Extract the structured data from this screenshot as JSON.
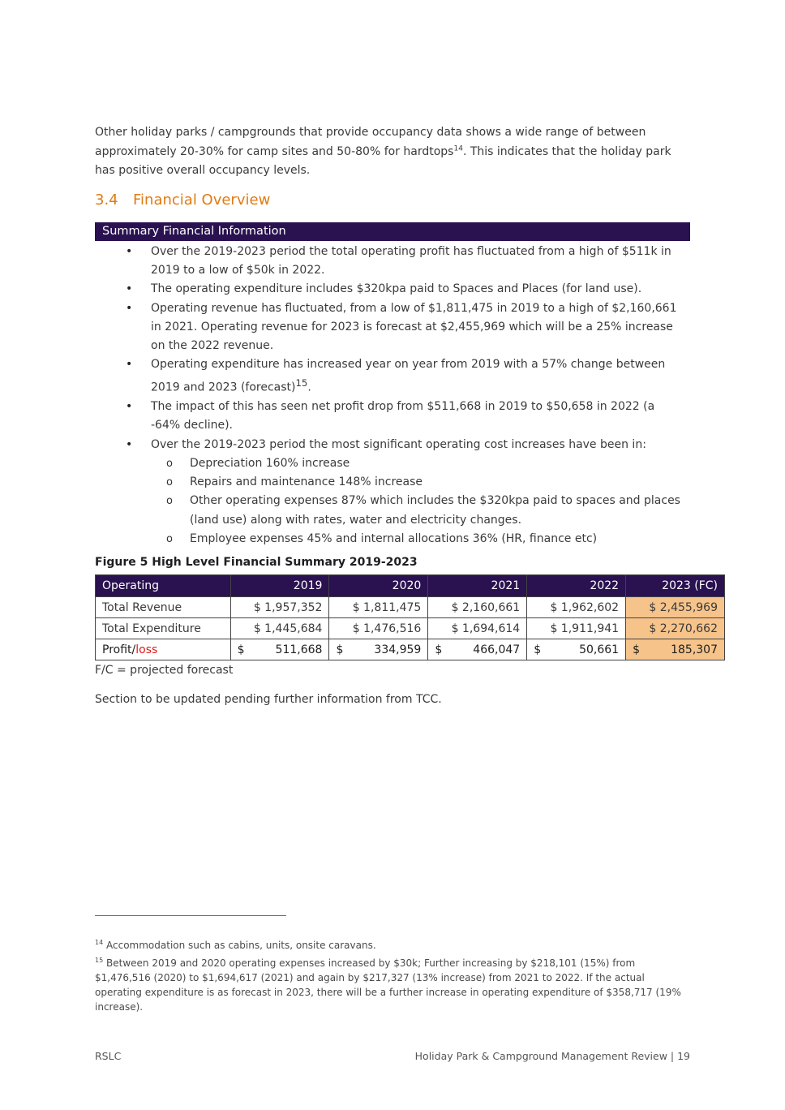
{
  "intro": {
    "text": "Other holiday parks / campgrounds that provide occupancy data shows a wide range of between approximately 20-30% for camp sites and 50-80% for hardtops",
    "fn_ref": "14",
    "text_after": ". This indicates that the holiday park has positive overall occupancy levels."
  },
  "section": {
    "number": "3.4",
    "title": "Financial Overview"
  },
  "summary_header": "Summary Financial Information",
  "bullets": [
    "Over the 2019-2023 period the total operating profit has fluctuated from a high of $511k in 2019 to a low of $50k in 2022.",
    "The operating expenditure includes $320kpa paid to Spaces and Places (for land use).",
    "Operating revenue has fluctuated, from a low of $1,811,475 in 2019 to a high of $2,160,661 in 2021. Operating revenue for 2023 is forecast at $2,455,969 which will be a 25% increase on the 2022 revenue.",
    "Operating expenditure has increased year on year from 2019 with a 57% change between 2019 and 2023 (forecast)",
    "The impact of this has seen net profit drop from $511,668 in 2019 to $50,658 in 2022 (a -64% decline).",
    "Over the 2019-2023 period the most significant operating cost increases have been in:"
  ],
  "bullet_fn_ref": "15",
  "bullet_fn_after": ".",
  "bullet_marker": "•",
  "sub_marker": "o",
  "sub_bullets": [
    "Depreciation 160% increase",
    "Repairs and maintenance 148% increase",
    "Other operating expenses 87% which includes the $320kpa paid to spaces and places (land use) along with rates, water and electricity changes.",
    "Employee expenses 45% and internal allocations 36% (HR, finance etc)"
  ],
  "figure_caption": "Figure 5 High Level Financial Summary 2019-2023",
  "table": {
    "headers": [
      "Operating",
      "2019",
      "2020",
      "2021",
      "2022",
      "2023 (FC)"
    ],
    "rows": [
      {
        "label": "Total Revenue",
        "values": [
          "$ 1,957,352",
          "$ 1,811,475",
          "$ 2,160,661",
          "$ 1,962,602",
          "$ 2,455,969"
        ]
      },
      {
        "label": "Total Expenditure",
        "values": [
          "$ 1,445,684",
          "$ 1,476,516",
          "$ 1,694,614",
          "$ 1,911,941",
          "$ 2,270,662"
        ]
      }
    ],
    "profit": {
      "label_a": "Profit/",
      "label_b": "loss",
      "currency": "$",
      "values": [
        "511,668",
        "334,959",
        "466,047",
        "50,661",
        "185,307"
      ]
    },
    "highlight_color": "#f6c38a",
    "header_color": "#2a1150"
  },
  "fc_note": "F/C = projected forecast",
  "pending_note": "Section to be updated pending further information from TCC.",
  "footnotes": [
    {
      "num": "14",
      "text": "Accommodation such as cabins, units, onsite caravans."
    },
    {
      "num": "15",
      "text": "Between 2019 and 2020 operating expenses increased by $30k; Further increasing by $218,101 (15%) from $1,476,516 (2020) to $1,694,617 (2021) and again by $217,327 (13% increase) from 2021 to 2022. If the actual operating expenditure is as forecast in 2023, there will be a further increase in operating expenditure of $358,717 (19% increase)."
    }
  ],
  "footer": {
    "left": "RSLC",
    "right": "Holiday Park & Campground Management Review  |  19"
  },
  "colors": {
    "accent": "#e07b12",
    "brand_dark": "#2a1150",
    "loss_red": "#e01b1b"
  }
}
